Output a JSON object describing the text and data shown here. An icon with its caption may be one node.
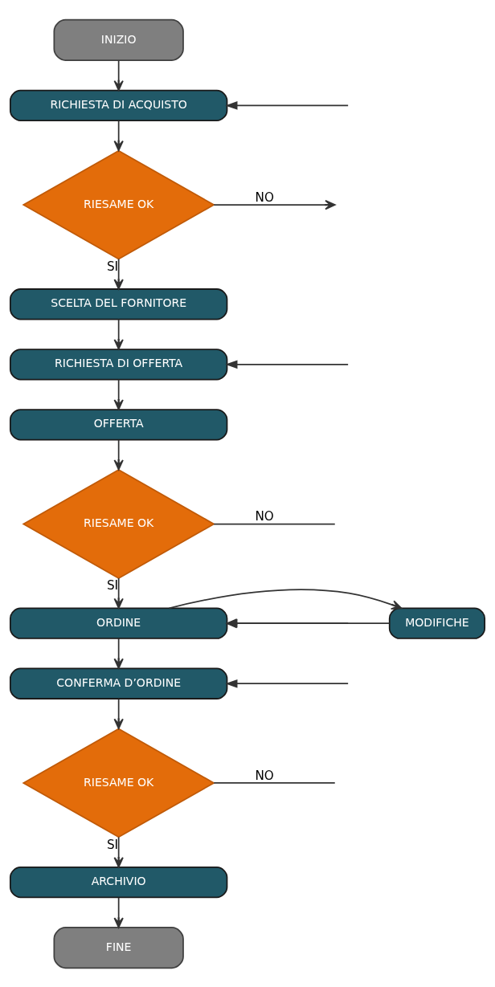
{
  "diagram": {
    "nodes": [
      {
        "text": [
          "INIZIO"
        ]
      },
      {
        "text": [
          "RICHIESTA DI ACQUISTO"
        ]
      },
      {
        "text": [
          "RIESAME OK"
        ]
      },
      {
        "text": [
          "SCELTA DEL FORNITORE"
        ]
      },
      {
        "text": [
          "RICHIESTA DI OFFERTA"
        ]
      },
      {
        "text": [
          "OFFERTA"
        ]
      },
      {
        "text": [
          "RIESAME OK"
        ]
      },
      {
        "text": [
          "MODIFICHE"
        ]
      },
      {
        "text": [
          "ORDINE"
        ]
      },
      {
        "text": [
          "CONFERMA D’ORDINE"
        ]
      },
      {
        "text": [
          "RIESAME OK"
        ]
      },
      {
        "text": [
          "ARCHIVIO"
        ]
      },
      {
        "text": [
          "FINE"
        ]
      }
    ],
    "edges": [
      {
        "from": 0,
        "to": 1,
        "arrow": "to"
      },
      {
        "from": null,
        "to": 1,
        "arrow": "to"
      },
      {
        "from": 1,
        "to": 2,
        "arrow": "to"
      },
      {
        "from": 2,
        "to": null,
        "label": "NO",
        "arrow": "to"
      },
      {
        "from": 2,
        "to": 3,
        "label": "SI",
        "arrow": "to"
      },
      {
        "from": 3,
        "to": 4,
        "arrow": "to"
      },
      {
        "from": null,
        "to": 4,
        "arrow": "to"
      },
      {
        "from": 4,
        "to": 5,
        "arrow": "to"
      },
      {
        "from": 5,
        "to": 6,
        "arrow": "to"
      },
      {
        "from": 6,
        "to": null,
        "label": "NO",
        "arrow": "none"
      },
      {
        "from": 6,
        "to": 8,
        "label": "SI",
        "arrow": "to"
      },
      {
        "from": 8,
        "to": 7,
        "arrow": "to"
      },
      {
        "from": 7,
        "to": 8,
        "arrow": "to"
      },
      {
        "from": null,
        "to": 8,
        "arrow": "to"
      },
      {
        "from": 8,
        "to": 9,
        "arrow": "to"
      },
      {
        "from": null,
        "to": 9,
        "arrow": "to"
      },
      {
        "from": 9,
        "to": 10,
        "arrow": "to"
      },
      {
        "from": 10,
        "to": null,
        "label": "NO",
        "arrow": "none"
      },
      {
        "from": 10,
        "to": 11,
        "label": "SI",
        "arrow": "to"
      },
      {
        "from": 11,
        "to": 12,
        "arrow": "to"
      }
    ]
  }
}
